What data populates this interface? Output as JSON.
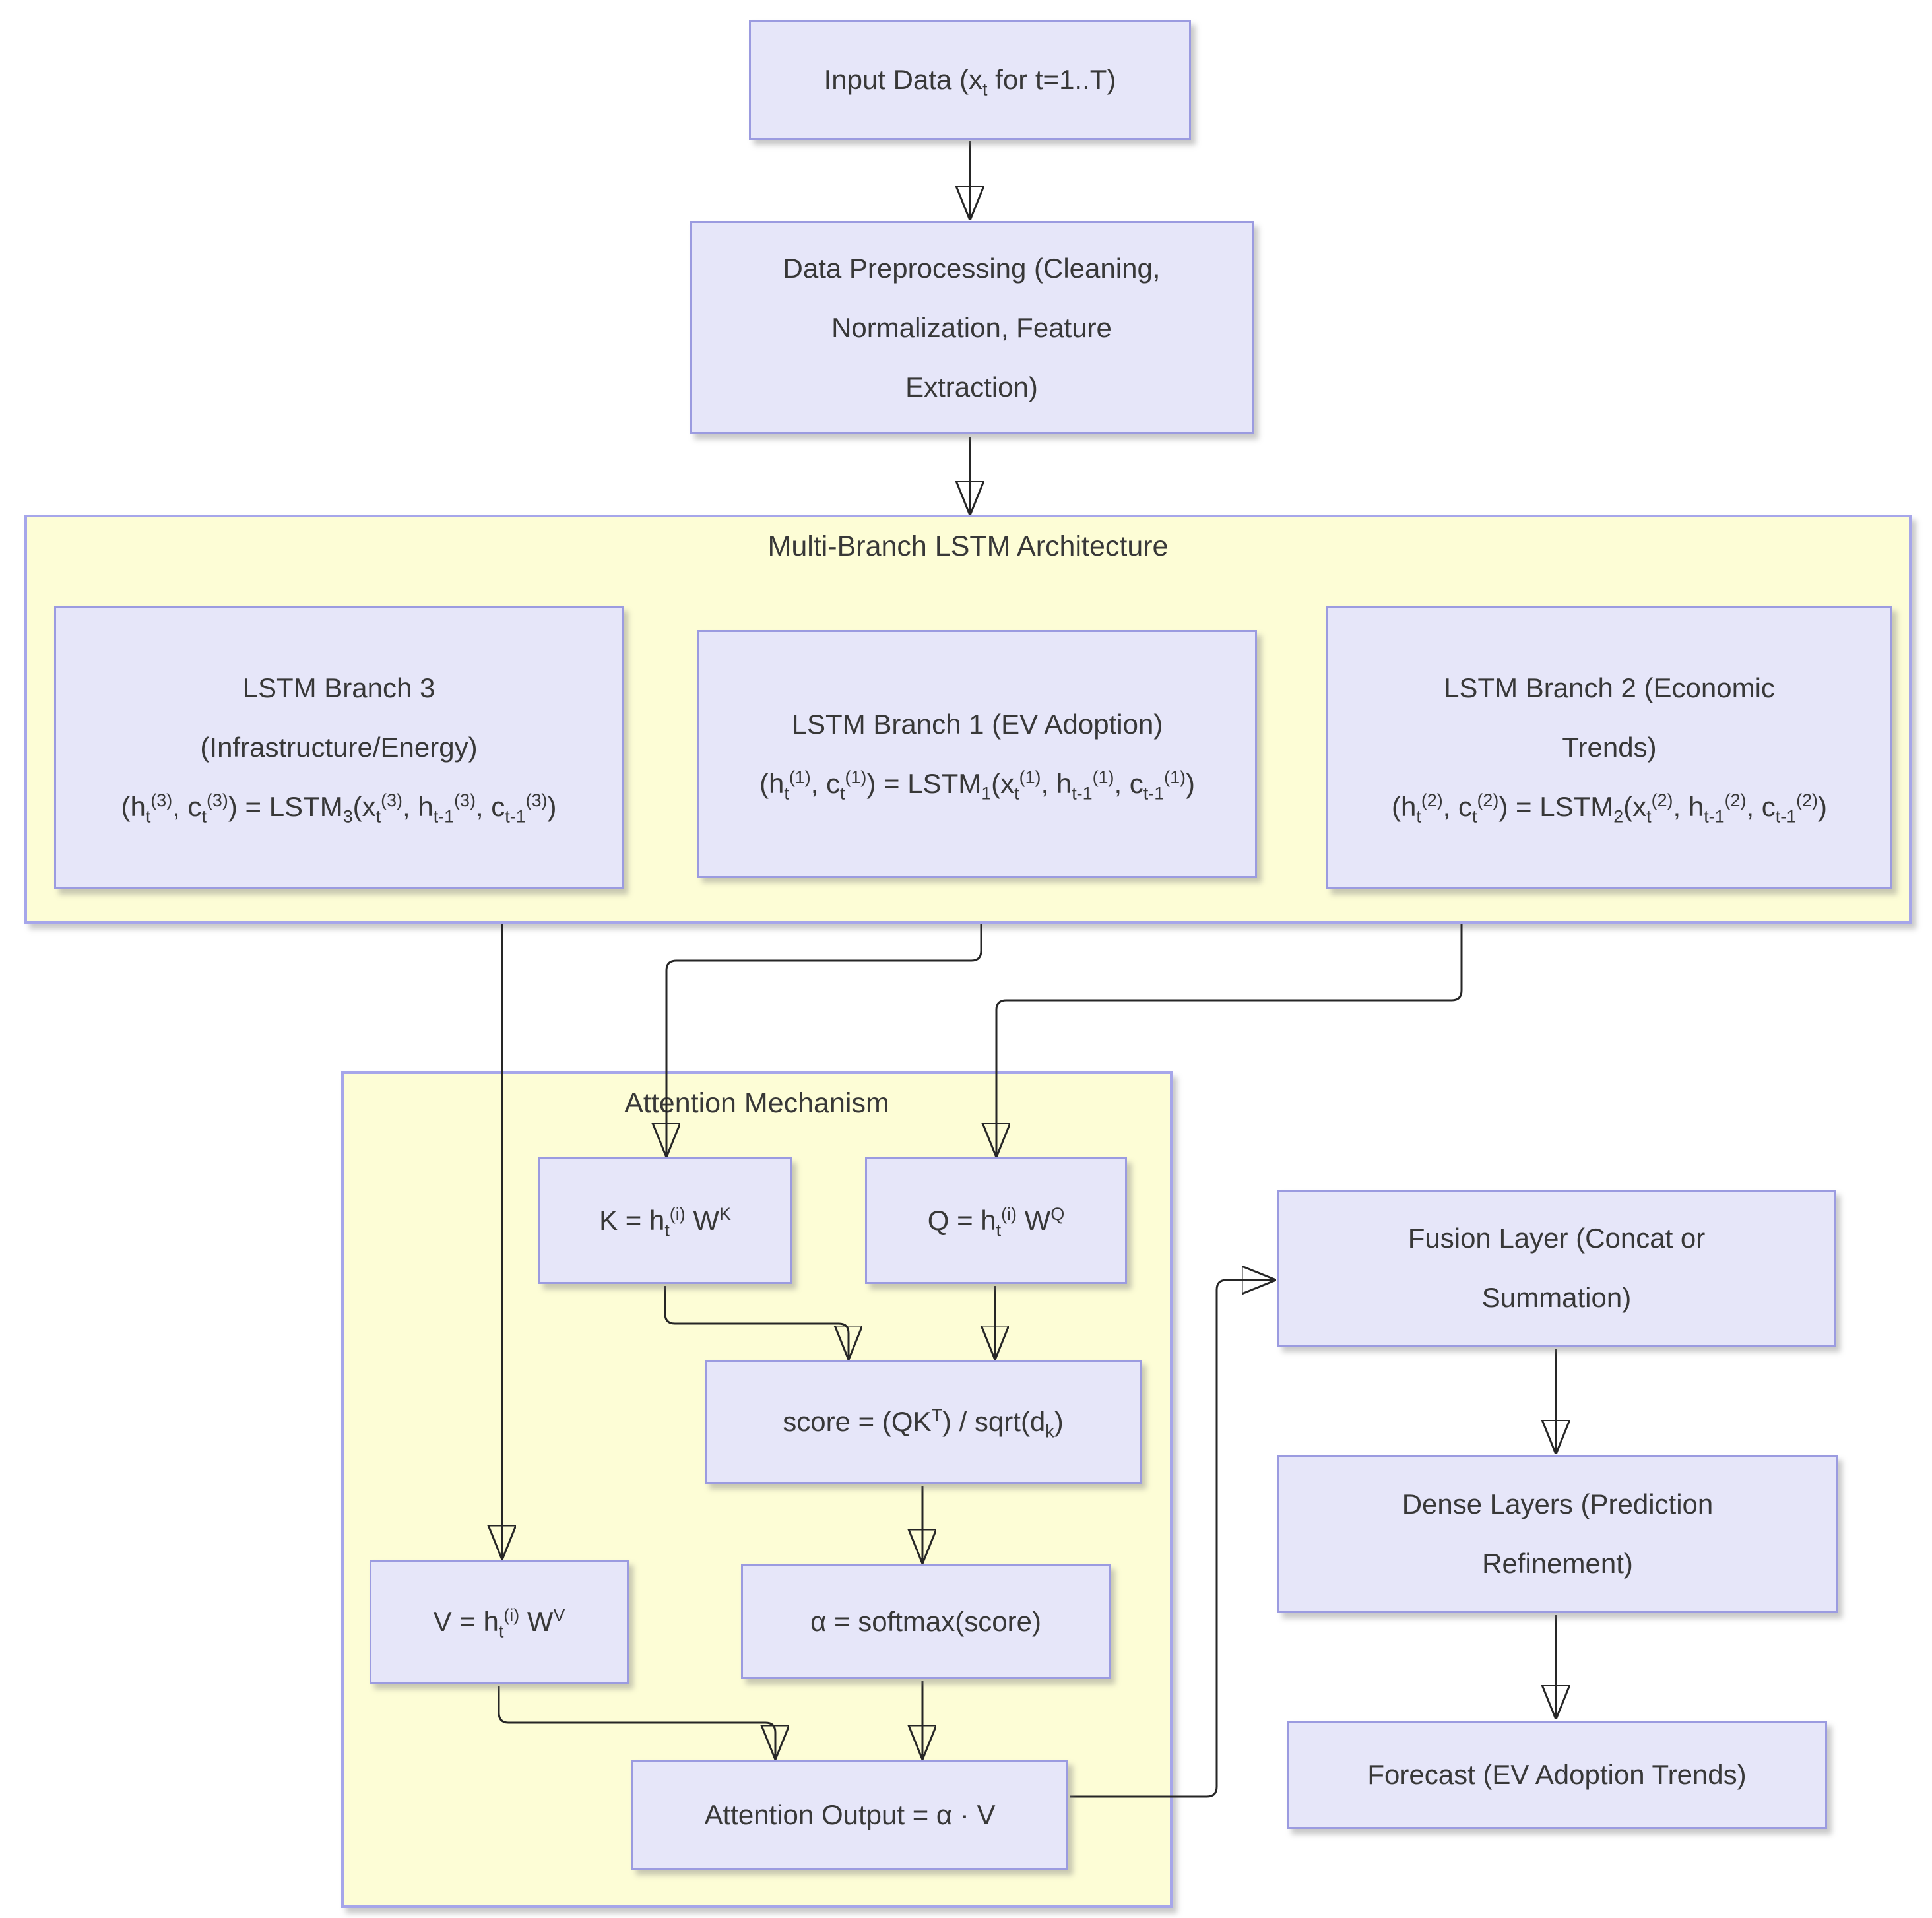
{
  "colors": {
    "background": "#ffffff",
    "node_fill": "#e6e6f9",
    "node_border": "#9b9be0",
    "container_fill": "#fdfdd6",
    "container_border": "#a6a6ea",
    "edge": "#262626",
    "text": "#383838"
  },
  "nodes": {
    "input": {
      "label": "Input Data (x_{t} for t=1..T)"
    },
    "preprocess": {
      "label": "Data Preprocessing (Cleaning,\nNormalization, Feature\nExtraction)"
    },
    "lstm_container": {
      "title": "Multi-Branch LSTM Architecture"
    },
    "branch3": {
      "title": "LSTM Branch 3\n(Infrastructure/Energy)",
      "formula": "(h_{t}^{(3)}, c_{t}^{(3)}) = LSTM_{3}(x_{t}^{(3)}, h_{t-1}^{(3)}, c_{t-1}^{(3)})"
    },
    "branch1": {
      "title": "LSTM Branch 1 (EV Adoption)",
      "formula": "(h_{t}^{(1)}, c_{t}^{(1)}) = LSTM_{1}(x_{t}^{(1)}, h_{t-1}^{(1)}, c_{t-1}^{(1)})"
    },
    "branch2": {
      "title": "LSTM Branch 2 (Economic\nTrends)",
      "formula": "(h_{t}^{(2)}, c_{t}^{(2)}) = LSTM_{2}(x_{t}^{(2)}, h_{t-1}^{(2)}, c_{t-1}^{(2)})"
    },
    "attention_container": {
      "title": "Attention Mechanism"
    },
    "k": {
      "label": "K = h_{t}^{(i)} W^{K}"
    },
    "q": {
      "label": "Q = h_{t}^{(i)} W^{Q}"
    },
    "score": {
      "label": "score = (QK^{T}) / sqrt(d_{k})"
    },
    "v": {
      "label": "V = h_{t}^{(i)} W^{V}"
    },
    "alpha": {
      "label": "α = softmax(score)"
    },
    "attention_output": {
      "label": "Attention Output = α · V"
    },
    "fusion": {
      "label": "Fusion Layer (Concat or\nSummation)"
    },
    "dense": {
      "label": "Dense Layers (Prediction\nRefinement)"
    },
    "forecast": {
      "label": "Forecast (EV Adoption Trends)"
    }
  }
}
